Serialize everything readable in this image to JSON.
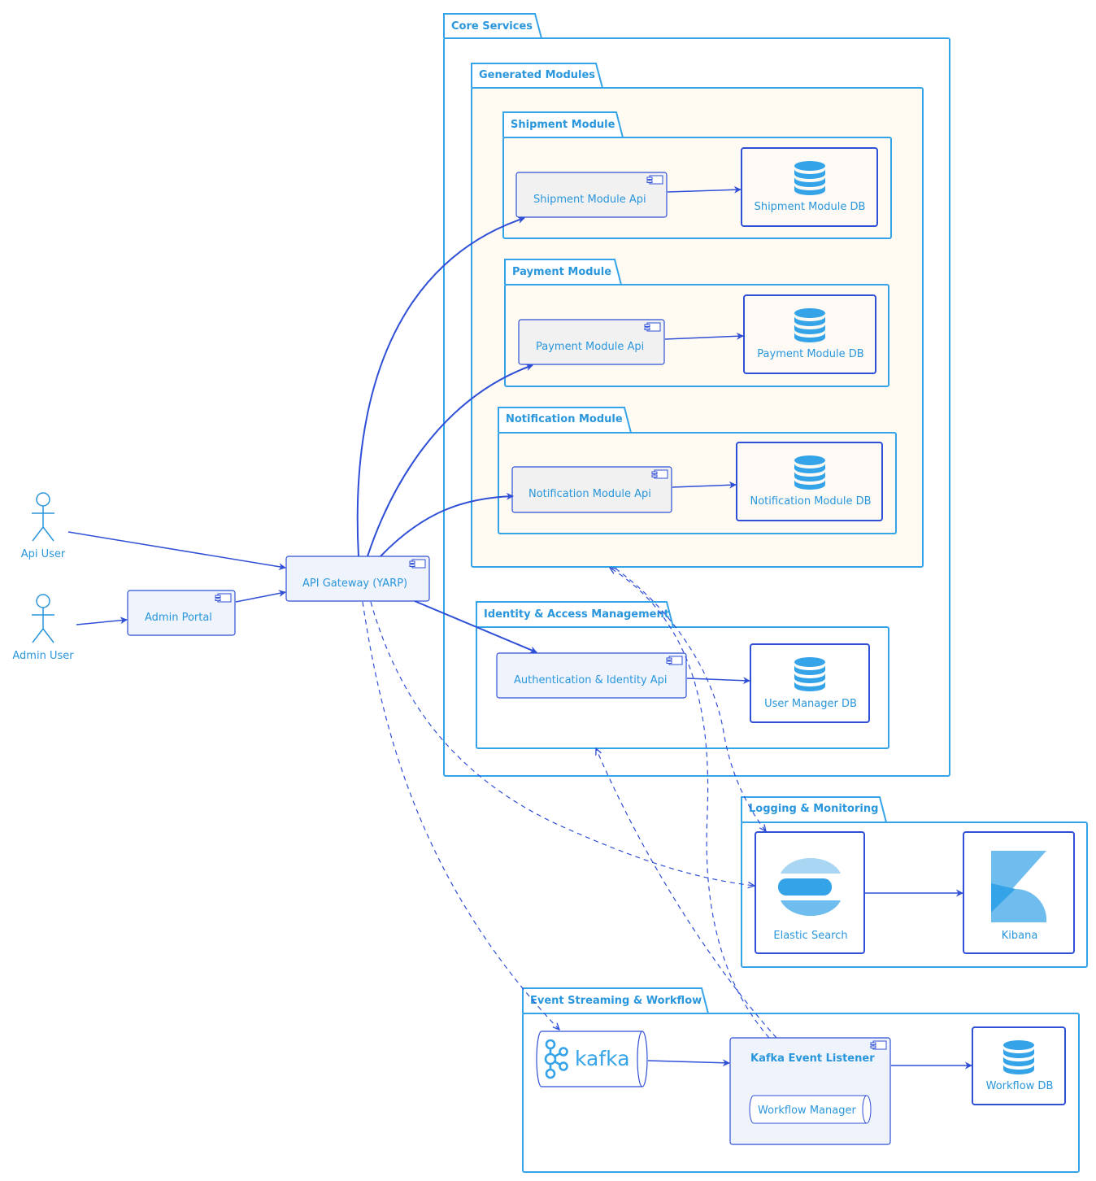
{
  "packages": {
    "core": "Core Services",
    "generated": "Generated Modules",
    "shipment": "Shipment Module",
    "payment": "Payment Module",
    "notification": "Notification Module",
    "iam": "Identity & Access Management",
    "logging": "Logging & Monitoring",
    "events": "Event Streaming & Workflow"
  },
  "actors": {
    "api_user": "Api User",
    "admin_user": "Admin User"
  },
  "components": {
    "admin_portal": "Admin Portal",
    "gateway": "API Gateway (YARP)",
    "shipment_api": "Shipment Module Api",
    "payment_api": "Payment Module Api",
    "notification_api": "Notification Module Api",
    "auth_api": "Authentication & Identity Api",
    "kafka_listener": "Kafka Event Listener",
    "workflow_manager": "Workflow Manager"
  },
  "databases": {
    "shipment_db": "Shipment Module DB",
    "payment_db": "Payment Module DB",
    "notification_db": "Notification Module DB",
    "user_db": "User Manager DB",
    "workflow_db": "Workflow DB"
  },
  "tools": {
    "elastic": "Elastic Search",
    "kibana": "Kibana",
    "kafka_logo": "kafka"
  },
  "colors": {
    "package_border": "#35a3e8",
    "edge": "#2f4fd6",
    "text": "#2a96dc",
    "generated_fill": "#fffbf2"
  }
}
